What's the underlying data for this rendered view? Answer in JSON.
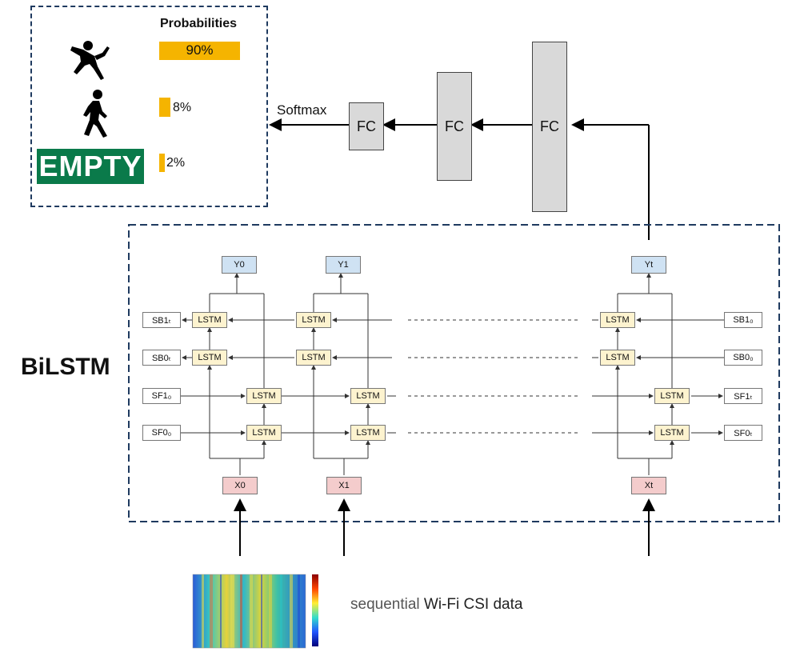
{
  "probabilities": {
    "title": "Probabilities",
    "classes": [
      {
        "icon": "falling-person-icon",
        "value": 90,
        "label": "90%"
      },
      {
        "icon": "walking-person-icon",
        "value": 8,
        "label": "8%"
      },
      {
        "icon": "empty-badge",
        "badge_text": "EMPTY",
        "value": 2,
        "label": "2%"
      }
    ],
    "bar_color": "#f5b400",
    "badge_color": "#0a7a4a"
  },
  "head": {
    "softmax_label": "Softmax",
    "fc_labels": [
      "FC",
      "FC",
      "FC"
    ]
  },
  "bilstm": {
    "title": "BiLSTM",
    "outputs": [
      "Y0",
      "Y1",
      "Yt"
    ],
    "inputs": [
      "X0",
      "X1",
      "Xt"
    ],
    "lstm_label": "LSTM",
    "backward_states_left": [
      "SB1ₜ",
      "SB0ₜ"
    ],
    "forward_states_left": [
      "SF1₀",
      "SF0₀"
    ],
    "backward_states_right": [
      "SB1₀",
      "SB0₀"
    ],
    "forward_states_right": [
      "SF1ₜ",
      "SF0ₜ"
    ]
  },
  "csi": {
    "caption_prefix": "sequential",
    "caption_rest": " Wi-Fi CSI data"
  }
}
